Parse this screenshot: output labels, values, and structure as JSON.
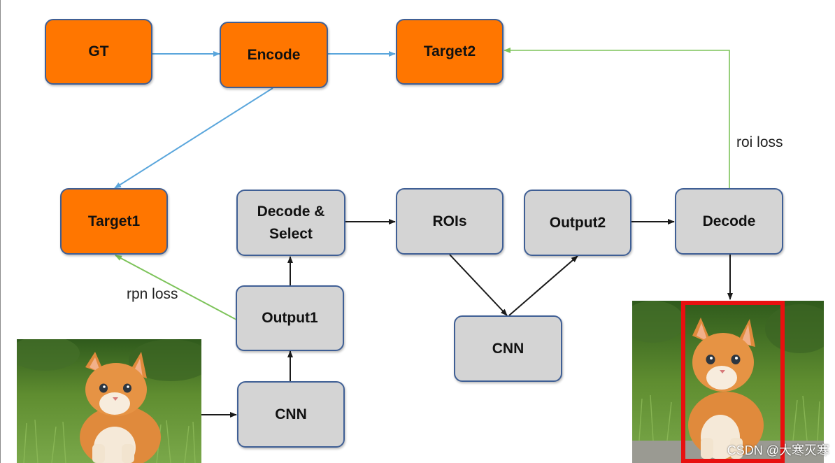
{
  "nodes": {
    "gt": "GT",
    "encode": "Encode",
    "target2": "Target2",
    "target1": "Target1",
    "decode_select": "Decode &\nSelect",
    "rois": "ROIs",
    "output2": "Output2",
    "decode": "Decode",
    "output1": "Output1",
    "cnn_left": "CNN",
    "cnn_mid": "CNN"
  },
  "edge_labels": {
    "roi_loss": "roi loss",
    "rpn_loss": "rpn loss"
  },
  "watermark": "CSDN @大寒灭寒",
  "colors": {
    "orange_node": "#ff7600",
    "gray_node": "#d4d4d4",
    "node_border": "#3f5f95",
    "blue_arrow": "#5aa6dc",
    "green_arrow": "#7dc35a",
    "black_arrow": "#1a1a1a",
    "detection_box": "#e81010"
  },
  "images": {
    "input_photo": "kitten-photo",
    "output_photo": "kitten-photo-with-detection-box"
  }
}
